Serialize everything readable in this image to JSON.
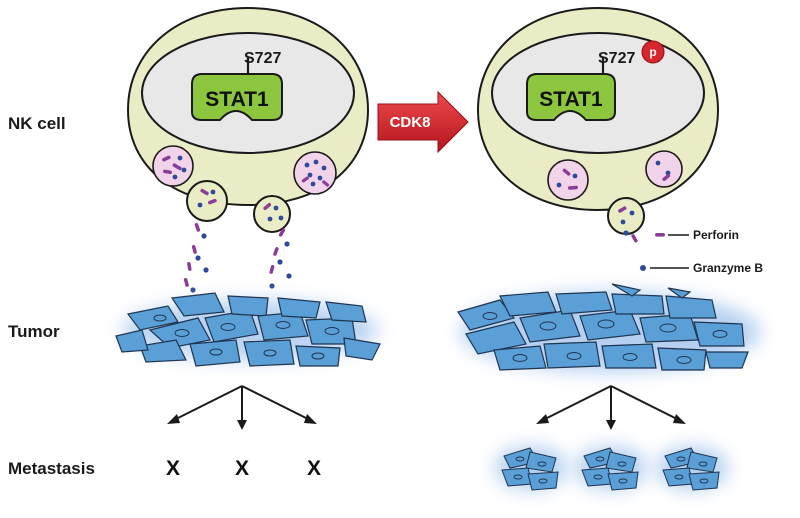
{
  "labels": {
    "nk_cell": "NK cell",
    "tumor": "Tumor",
    "metastasis": "Metastasis"
  },
  "left_cell": {
    "protein": "STAT1",
    "site": "S727",
    "metastasis_marks": [
      "X",
      "X",
      "X"
    ]
  },
  "kinase": {
    "label": "CDK8",
    "color": "#d7262d"
  },
  "right_cell": {
    "protein": "STAT1",
    "site": "S727",
    "phospho": "p"
  },
  "legend": {
    "perforin": "Perforin",
    "granzyme": "Granzyme B"
  },
  "colors": {
    "cell_body": "#e9ecc4",
    "nucleus": "#e8e8e8",
    "stat1": "#8cc63e",
    "granule": "#f2d4ea",
    "perforin": "#8a3d96",
    "granzyme": "#2f4a9a",
    "tumor_cell": "#5a9fd6",
    "tumor_glow": "#a9c8ee"
  }
}
